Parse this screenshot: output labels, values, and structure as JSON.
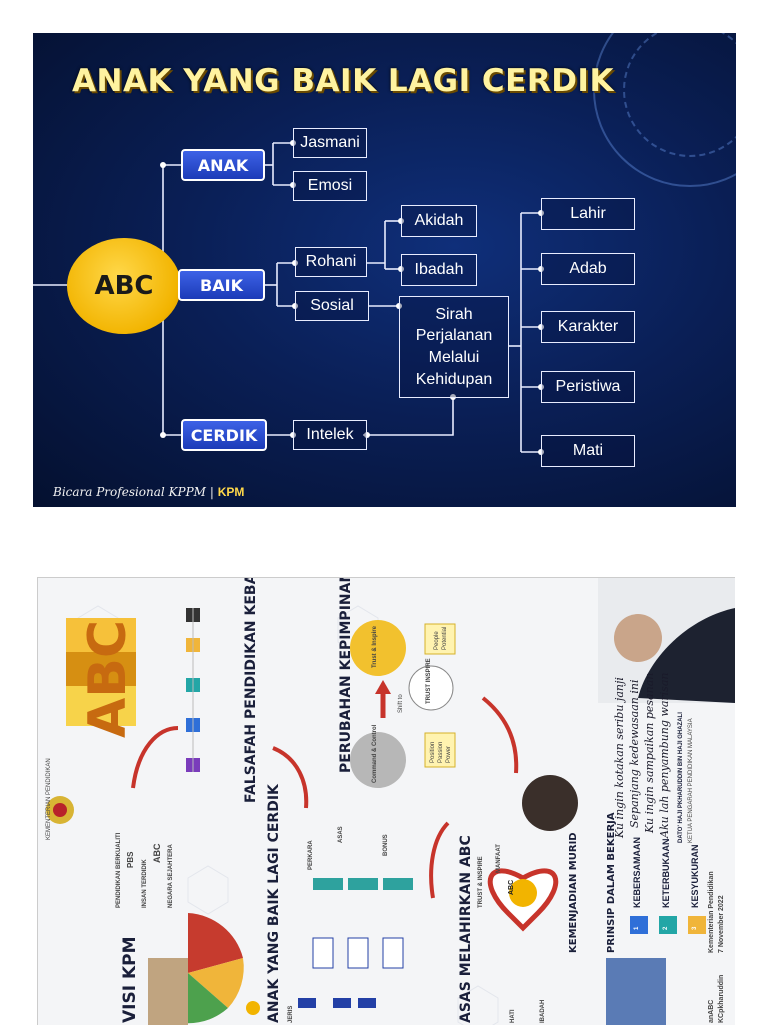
{
  "slide": {
    "title": "ANAK YANG BAIK LAGI CERDIK",
    "center": "ABC",
    "branches": [
      {
        "label": "ANAK",
        "children": [
          "Jasmani",
          "Emosi"
        ]
      },
      {
        "label": "BAIK",
        "children": [
          "Rohani",
          "Sosial"
        ]
      },
      {
        "label": "CERDIK",
        "children": [
          "Intelek"
        ]
      }
    ],
    "rohani_children": [
      "Akidah",
      "Ibadah"
    ],
    "sirah": "Sirah Perjalanan Melalui Kehidupan",
    "stages": [
      "Lahir",
      "Adab",
      "Karakter",
      "Peristiwa",
      "Mati"
    ],
    "footer_script": "Bicara Profesional KPPM",
    "footer_sep": "|",
    "footer_brand": "KPM",
    "colors": {
      "accent_yellow": "#f2b400",
      "box_blue": "#1c3bb8",
      "bg_navy": "#0a1f56"
    }
  },
  "infographic": {
    "ministry": "KEMENTERIAN PENDIDIKAN",
    "abc_logo": "ABC",
    "falsafah": "FALSAFAH PENDIDIKAN KEBANGSAAN",
    "visi": "VISI KPM",
    "visi_items": [
      "PENDIDIKAN BERKUALITI",
      "PBS",
      "INSAN TERDIDIK",
      "ABC",
      "NEGARA SEJAHTERA"
    ],
    "anak_title": "ANAK YANG BAIK LAGI CERDIK",
    "anak_labels": [
      "JERIS",
      "PERKARA",
      "ASAS",
      "BONUS"
    ],
    "perubahan": "PERUBAHAN KEPIMPINAN",
    "command": "Command & Control",
    "command_items": [
      "Position",
      "Passion",
      "Power"
    ],
    "shift": "Shift to",
    "trust": "Trust & Inspire",
    "trust_items": [
      "People",
      "Potential"
    ],
    "trust_badge": "TRUST INSPIRE",
    "asas": "ASAS MELAHIRKAN ABC",
    "asas_items": [
      "TRUST & INSPIRE",
      "MANFAAT",
      "HATI",
      "IBADAH"
    ],
    "kemenjadian": "KEMENJADIAN MURID",
    "prinsip": "PRINSIP DALAM BEKERJA",
    "prinsip_items": [
      "KEBERSAMAAN",
      "KETERBUKAAN",
      "KESYUKURAN"
    ],
    "prinsip_numbers": [
      "1",
      "2",
      "3"
    ],
    "poem": [
      "Ku ingin kotakan seribu janji",
      "Sepanjang kedewasaan ini",
      "Ku ingin sampaikan pesanan",
      "Aku lah penyambung warisan"
    ],
    "dato": "DATO' HAJI PKHARUDDIN BIN HAJI GHAZALI",
    "dato_title": "KETUA PENGARAH PENDIDIKAN MALAYSIA",
    "org": "Kementerian Pendidikan",
    "date": "7 November 2022",
    "handle_1": "anABC",
    "handle_2": "KCpkharuddin"
  }
}
